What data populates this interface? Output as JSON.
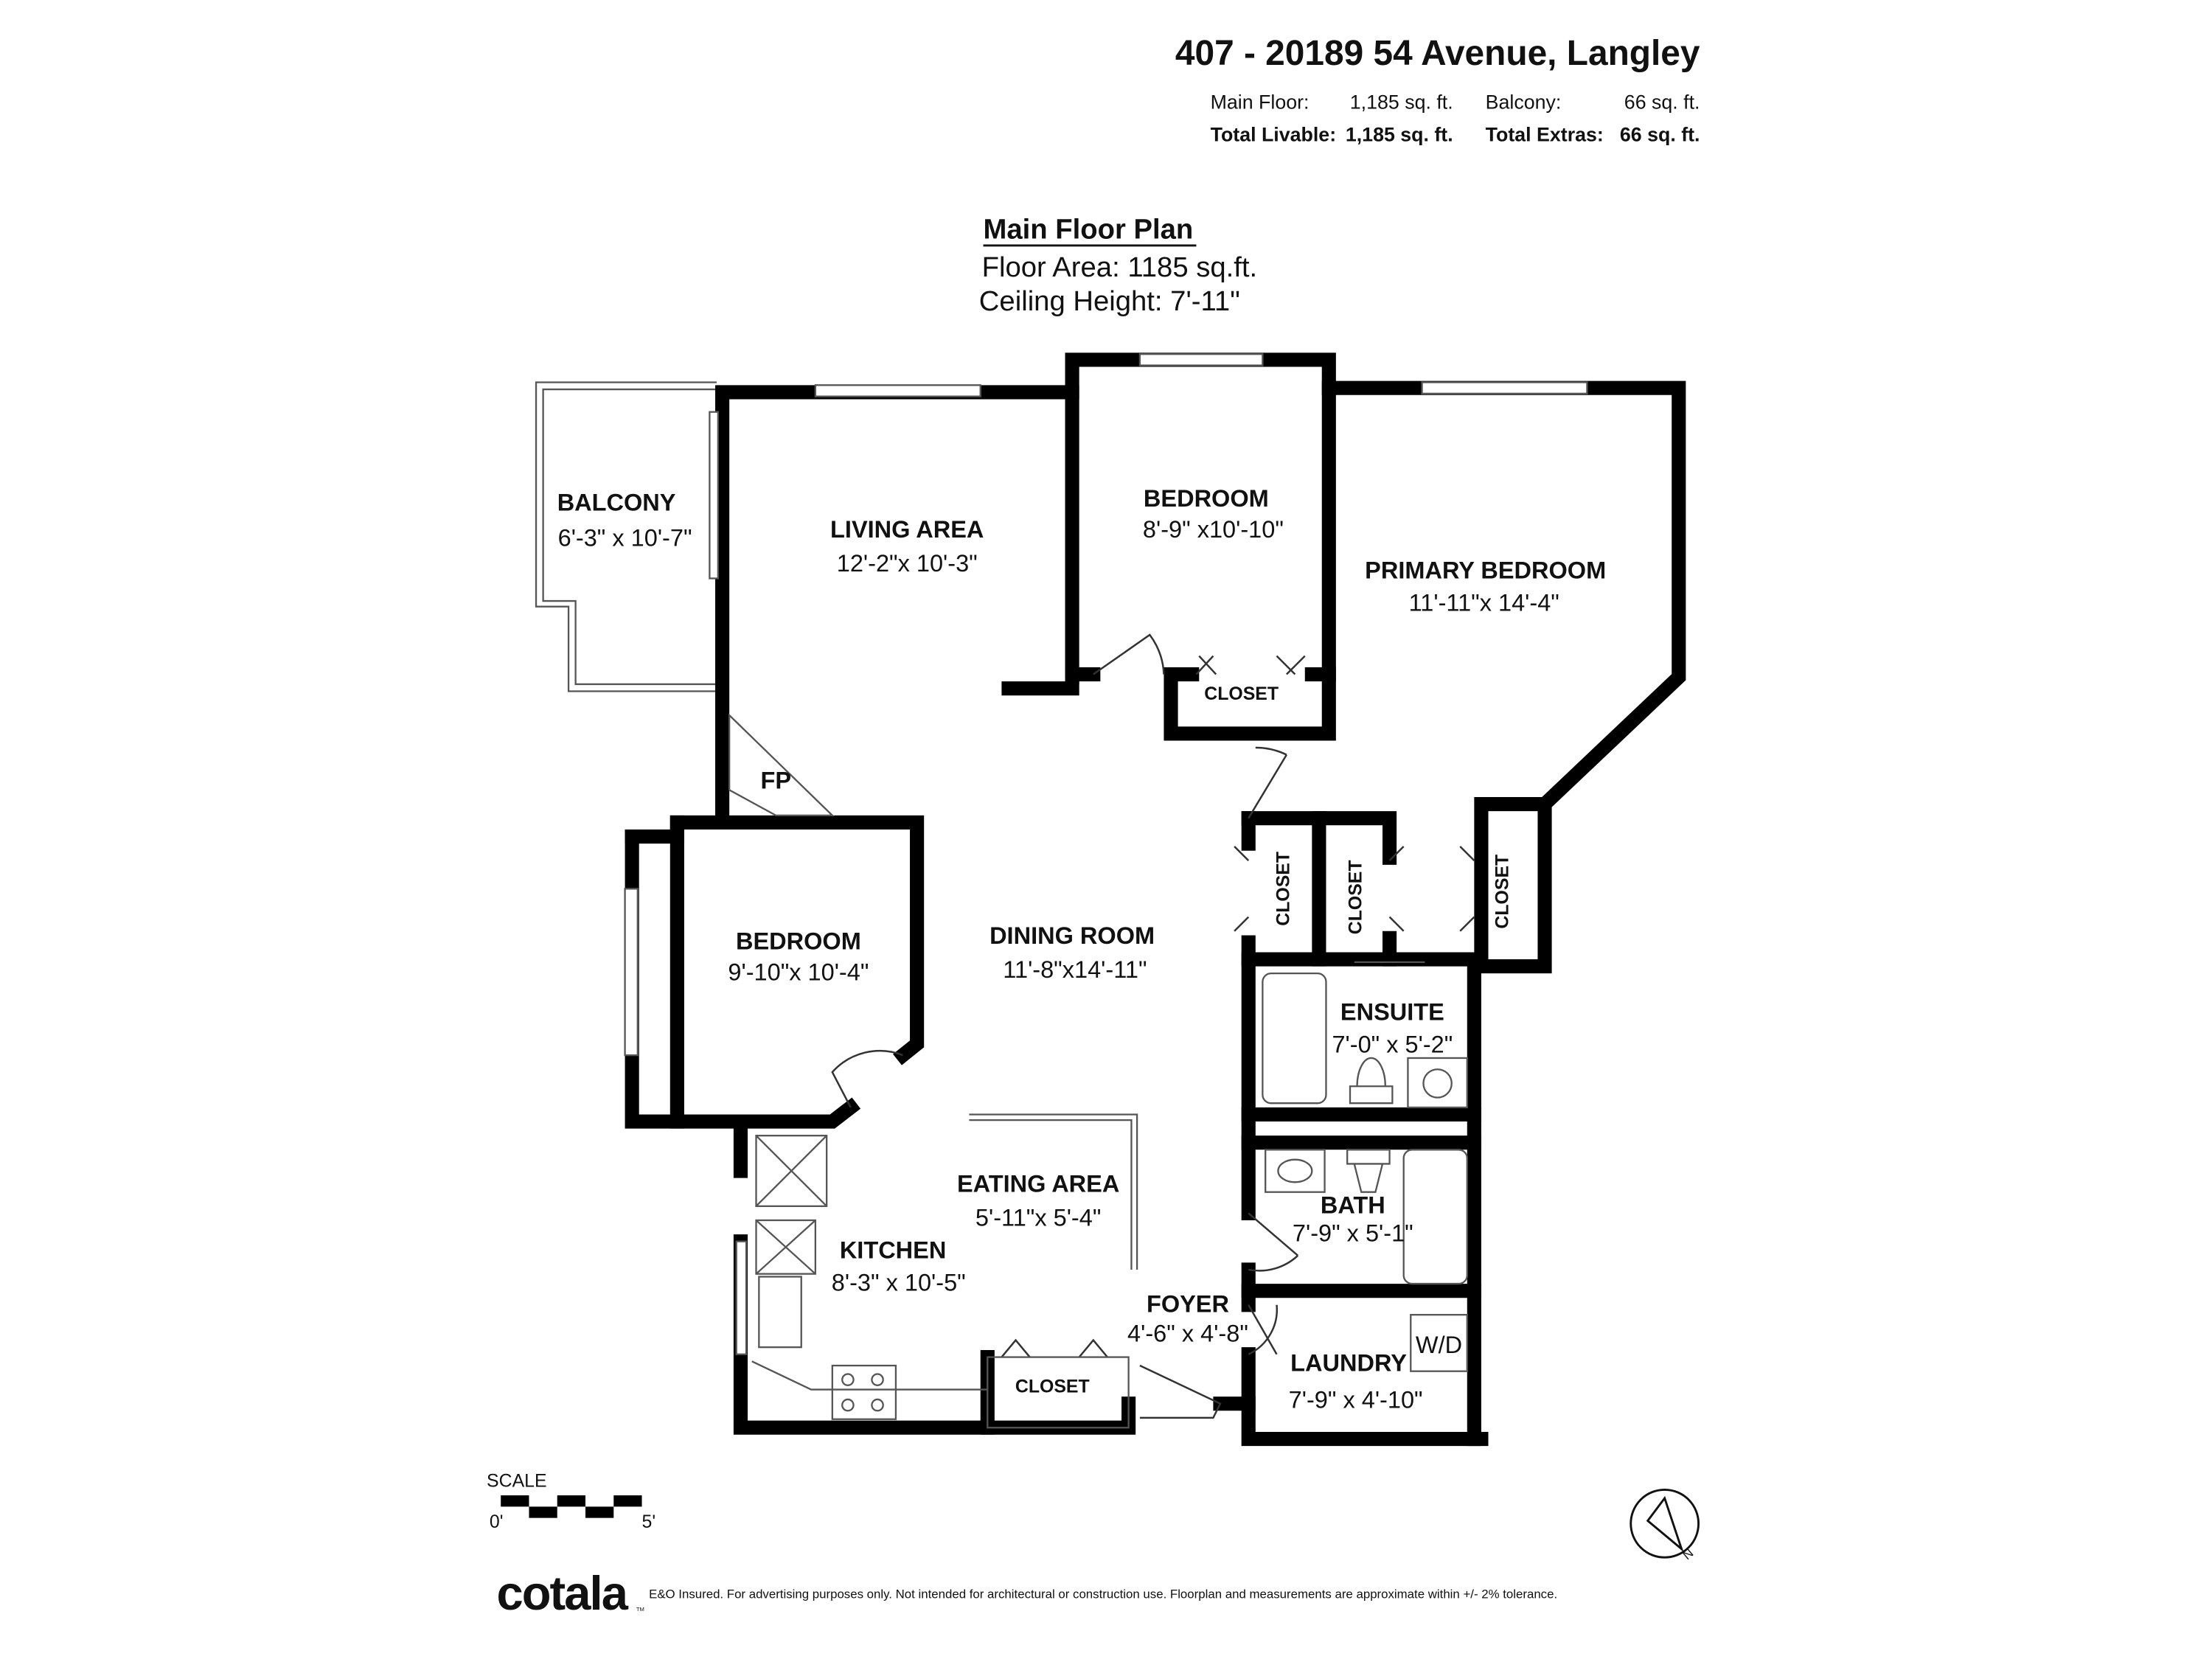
{
  "header": {
    "address": "407 - 20189 54 Avenue, Langley",
    "main_floor_label": "Main Floor:",
    "main_floor_value": "1,185 sq. ft.",
    "balcony_label": "Balcony:",
    "balcony_value": "66  sq. ft.",
    "total_livable_label": "Total Livable:",
    "total_livable_value": "1,185 sq. ft.",
    "total_extras_label": "Total Extras:",
    "total_extras_value": "66 sq. ft."
  },
  "plan": {
    "title": "Main Floor Plan",
    "floor_area": "Floor Area: 1185 sq.ft.",
    "ceiling_height": "Ceiling Height: 7'-11\""
  },
  "rooms": {
    "balcony": {
      "name": "BALCONY",
      "dims": "6'-3\" x 10'-7\""
    },
    "living": {
      "name": "LIVING AREA",
      "dims": "12'-2\"x 10'-3\""
    },
    "bedroom_top": {
      "name": "BEDROOM",
      "dims": "8'-9\" x10'-10\""
    },
    "primary": {
      "name": "PRIMARY BEDROOM",
      "dims": "11'-11\"x 14'-4\""
    },
    "bedroom_left": {
      "name": "BEDROOM",
      "dims": "9'-10\"x 10'-4\""
    },
    "dining": {
      "name": "DINING ROOM",
      "dims": "11'-8\"x14'-11\""
    },
    "ensuite": {
      "name": "ENSUITE",
      "dims": "7'-0\" x  5'-2\""
    },
    "eating": {
      "name": "EATING AREA",
      "dims": "5'-11\"x  5'-4\""
    },
    "bath": {
      "name": "BATH",
      "dims": "7'-9\"  x  5'-1\""
    },
    "kitchen": {
      "name": "KITCHEN",
      "dims": "8'-3\"  x 10'-5\""
    },
    "foyer": {
      "name": "FOYER",
      "dims": "4'-6\"  x  4'-8\""
    },
    "laundry": {
      "name": "LAUNDRY",
      "dims": "7'-9\"  x 4'-10\""
    }
  },
  "fixtures": {
    "closet": "CLOSET",
    "fireplace": "FP",
    "washer_dryer": "W/D"
  },
  "scale": {
    "label": "SCALE",
    "start": "0'",
    "end": "5'"
  },
  "compass": {
    "north": "N"
  },
  "footer": {
    "logo": "cotala",
    "trademark": "TM",
    "disclaimer": "E&O Insured. For advertising purposes only. Not intended for architectural or construction use. Floorplan and measurements are approximate within +/- 2% tolerance."
  }
}
